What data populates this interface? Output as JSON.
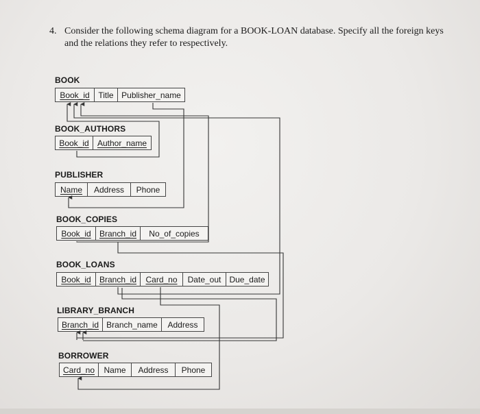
{
  "question": {
    "number": "4.",
    "text": "Consider the following schema diagram for a BOOK-LOAN database. Specify all the foreign keys and the relations they refer to respectively."
  },
  "tables": {
    "book": {
      "name": "BOOK",
      "attributes": [
        "Book_id",
        "Title",
        "Publisher_name"
      ]
    },
    "book_authors": {
      "name": "BOOK_AUTHORS",
      "attributes": [
        "Book_id",
        "Author_name"
      ]
    },
    "publisher": {
      "name": "PUBLISHER",
      "attributes": [
        "Name",
        "Address",
        "Phone"
      ]
    },
    "book_copies": {
      "name": "BOOK_COPIES",
      "attributes": [
        "Book_id",
        "Branch_id",
        "No_of_copies"
      ]
    },
    "book_loans": {
      "name": "BOOK_LOANS",
      "attributes": [
        "Book_id",
        "Branch_id",
        "Card_no",
        "Date_out",
        "Due_date"
      ]
    },
    "library_branch": {
      "name": "LIBRARY_BRANCH",
      "attributes": [
        "Branch_id",
        "Branch_name",
        "Address"
      ]
    },
    "borrower": {
      "name": "BORROWER",
      "attributes": [
        "Card_no",
        "Name",
        "Address",
        "Phone"
      ]
    }
  },
  "colors": {
    "line": "#333333",
    "paper": "#efeeec",
    "cell_border": "#444444"
  }
}
